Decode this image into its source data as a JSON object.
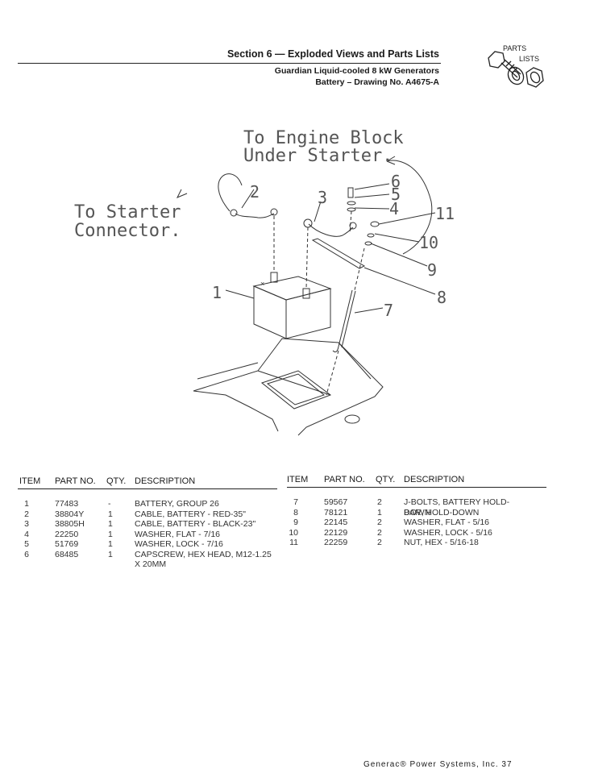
{
  "header": {
    "title": "Section 6 — Exploded Views and Parts Lists",
    "subtitle1": "Guardian Liquid-cooled 8 kW Generators",
    "subtitle2": "Battery – Drawing No. A4675-A"
  },
  "badge": {
    "line1": "PARTS",
    "line2": "LISTS",
    "icon": "nut-bolt-icon"
  },
  "drawing": {
    "note_engine_line1": "To Engine Block",
    "note_engine_line2": "Under Starter.",
    "note_starter_line1": "To Starter",
    "note_starter_line2": "Connector.",
    "callouts": [
      "1",
      "2",
      "3",
      "4",
      "5",
      "6",
      "7",
      "8",
      "9",
      "10",
      "11"
    ],
    "terminal_symbol": "×"
  },
  "table": {
    "headers": {
      "item": "ITEM",
      "part_no": "PART NO.",
      "qty": "QTY.",
      "description": "DESCRIPTION"
    },
    "left_rows": [
      {
        "item": "1",
        "part_no": "77483",
        "qty": "-",
        "description": "BATTERY, GROUP 26"
      },
      {
        "item": "2",
        "part_no": "38804Y",
        "qty": "1",
        "description": "CABLE, BATTERY - RED-35\""
      },
      {
        "item": "3",
        "part_no": "38805H",
        "qty": "1",
        "description": "CABLE, BATTERY - BLACK-23\""
      },
      {
        "item": "4",
        "part_no": "22250",
        "qty": "1",
        "description": "WASHER, FLAT - 7/16"
      },
      {
        "item": "5",
        "part_no": "51769",
        "qty": "1",
        "description": "WASHER, LOCK - 7/16"
      },
      {
        "item": "6",
        "part_no": "68485",
        "qty": "1",
        "description": "CAPSCREW, HEX HEAD, M12-1.25 X 20MM"
      }
    ],
    "right_rows": [
      {
        "item": "7",
        "part_no": "59567",
        "qty": "2",
        "description": "J-BOLTS, BATTERY HOLD-DOWN"
      },
      {
        "item": "8",
        "part_no": "78121",
        "qty": "1",
        "description": "BAR, HOLD-DOWN"
      },
      {
        "item": "9",
        "part_no": "22145",
        "qty": "2",
        "description": "WASHER, FLAT - 5/16"
      },
      {
        "item": "10",
        "part_no": "22129",
        "qty": "2",
        "description": "WASHER, LOCK - 5/16"
      },
      {
        "item": "11",
        "part_no": "22259",
        "qty": "2",
        "description": "NUT, HEX - 5/16-18"
      }
    ]
  },
  "footer": {
    "text": "Generac® Power Systems, Inc.  37"
  }
}
